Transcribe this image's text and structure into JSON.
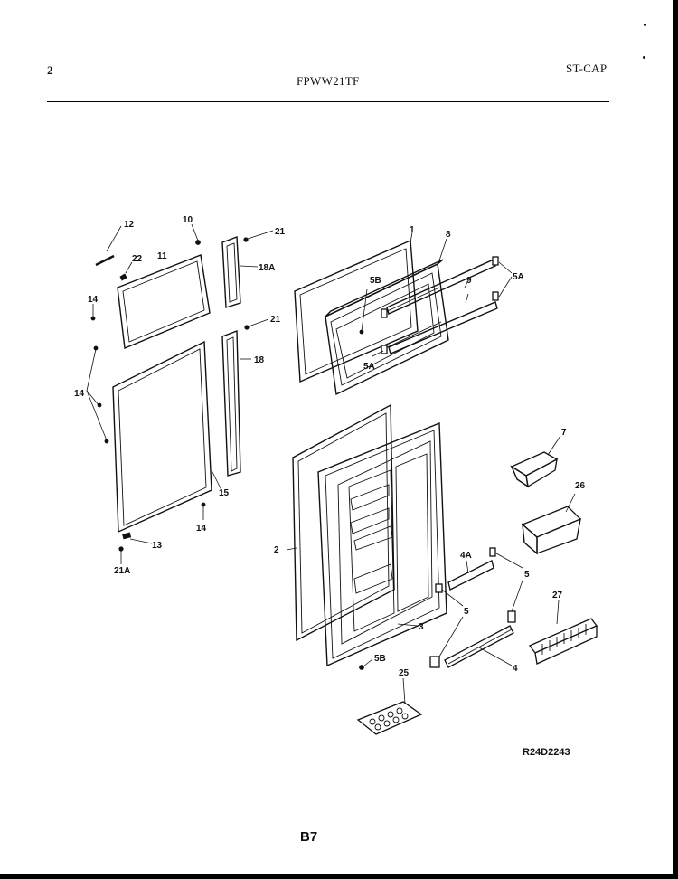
{
  "header": {
    "page_number": "2",
    "model": "FPWW21TF",
    "code": "ST-CAP"
  },
  "labels": {
    "p12": "12",
    "p10": "10",
    "p21_top": "21",
    "p22": "22",
    "p11": "11",
    "p18a": "18A",
    "p14_a": "14",
    "p21_mid": "21",
    "p18": "18",
    "p14_b": "14",
    "p15": "15",
    "p14_c": "14",
    "p13": "13",
    "p21a": "21A",
    "p1": "1",
    "p8": "8",
    "p5b": "5B",
    "p9": "9",
    "p5a_right": "5A",
    "p5a_left": "5A",
    "p7": "7",
    "p2": "2",
    "p26": "26",
    "p4a": "4A",
    "p5_upper": "5",
    "p5_lower": "5",
    "p3": "3",
    "p27": "27",
    "p5b_lower": "5B",
    "p4": "4",
    "p25": "25"
  },
  "footer": {
    "drawing_ref": "R24D2243",
    "page_code": "B7"
  }
}
